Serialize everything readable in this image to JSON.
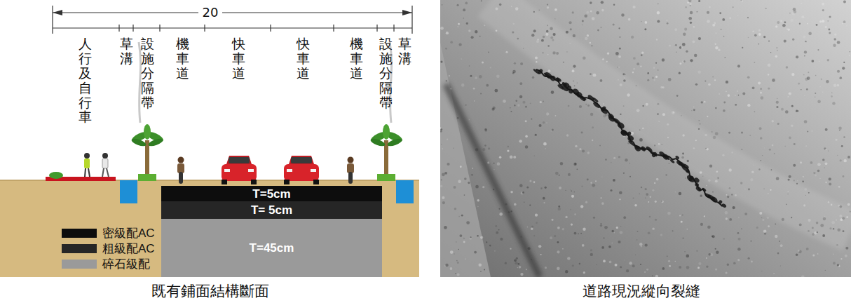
{
  "diagram": {
    "nodes": [
      {
        "text": [
          "T=5cm"
        ]
      },
      {
        "text": [
          "T= 5cm"
        ]
      },
      {
        "text": [
          "T=45cm"
        ]
      }
    ],
    "labels": [
      "20",
      "人行及自行車",
      "草溝",
      "設施分隔帶",
      "機車道",
      "快車道",
      "快車道",
      "機車道",
      "設施分隔帶",
      "草溝",
      "既有鋪面結構斷面",
      "道路現況縱向裂縫"
    ],
    "legend": [
      {
        "text": "密級配AC",
        "color": "#0d0d0d"
      },
      {
        "text": "粗級配AC",
        "color": "#262626"
      },
      {
        "text": "碎石級配",
        "color": "#9a9a9a"
      }
    ]
  }
}
